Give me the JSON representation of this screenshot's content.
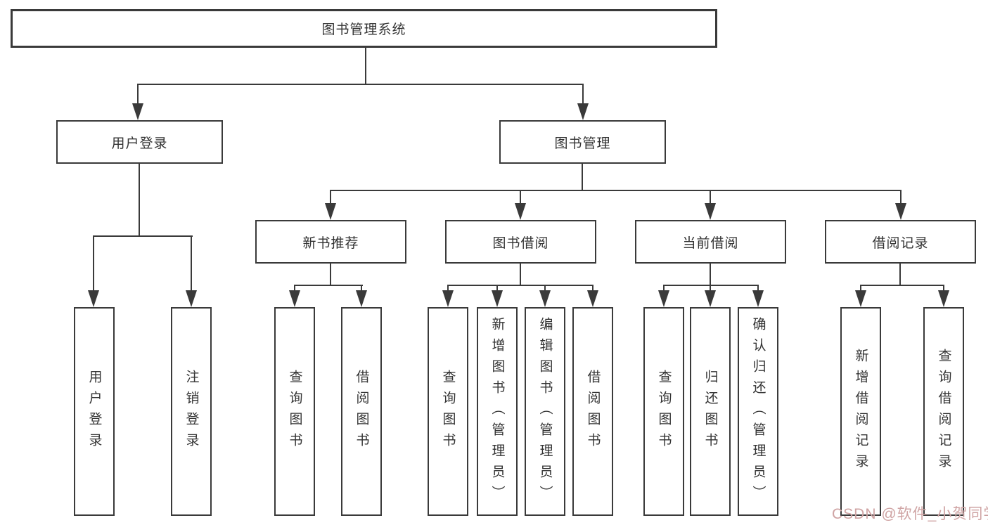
{
  "colors": {
    "line": "#3a3a3a",
    "box_background": "#ffffff",
    "text": "#333333",
    "watermark": "#cfa3a3"
  },
  "watermark": {
    "text": "CSDN @软件_小贺同学"
  },
  "tree": {
    "root": {
      "label": "图书管理系统"
    },
    "branches": [
      {
        "label": "用户登录",
        "children": [
          {
            "label": "用户登录"
          },
          {
            "label": "注销登录"
          }
        ]
      },
      {
        "label": "图书管理",
        "children": [
          {
            "label": "新书推荐",
            "children": [
              {
                "label": "查询图书"
              },
              {
                "label": "借阅图书"
              }
            ]
          },
          {
            "label": "图书借阅",
            "children": [
              {
                "label": "查询图书"
              },
              {
                "label": "新增图书（管理员）"
              },
              {
                "label": "编辑图书（管理员）"
              },
              {
                "label": "借阅图书"
              }
            ]
          },
          {
            "label": "当前借阅",
            "children": [
              {
                "label": "查询图书"
              },
              {
                "label": "归还图书"
              },
              {
                "label": "确认归还（管理员）"
              }
            ]
          },
          {
            "label": "借阅记录",
            "children": [
              {
                "label": "新增借阅记录"
              },
              {
                "label": "查询借阅记录"
              }
            ]
          }
        ]
      }
    ]
  }
}
